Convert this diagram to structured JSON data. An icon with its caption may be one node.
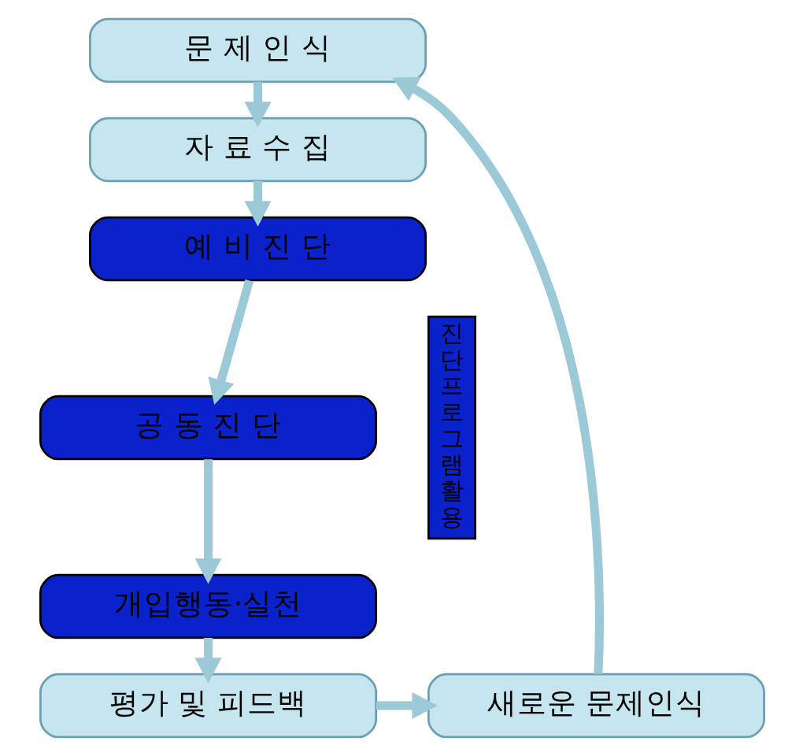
{
  "diagram": {
    "nodes": [
      {
        "text": [
          "문 제 인 식"
        ]
      },
      {
        "text": [
          "자 료 수 집"
        ]
      },
      {
        "text": [
          "예 비 진 단"
        ]
      },
      {
        "text": [
          "공 동 진 단"
        ]
      },
      {
        "text": [
          "개입행동·실천"
        ]
      },
      {
        "text": [
          "평가 및 피드백"
        ]
      },
      {
        "text": [
          "새로운 문제인식"
        ]
      },
      {
        "text": [
          "진단프로그램활용"
        ]
      }
    ],
    "edges": [
      {
        "from": 0,
        "to": 1,
        "arrow": "to"
      },
      {
        "from": 1,
        "to": 2,
        "arrow": "to"
      },
      {
        "from": 2,
        "to": 3,
        "arrow": "to"
      },
      {
        "from": 3,
        "to": 4,
        "arrow": "to"
      },
      {
        "from": 4,
        "to": 5,
        "arrow": "to"
      },
      {
        "from": 5,
        "to": 6,
        "arrow": "to"
      },
      {
        "from": 6,
        "to": 0,
        "arrow": "to"
      }
    ]
  }
}
